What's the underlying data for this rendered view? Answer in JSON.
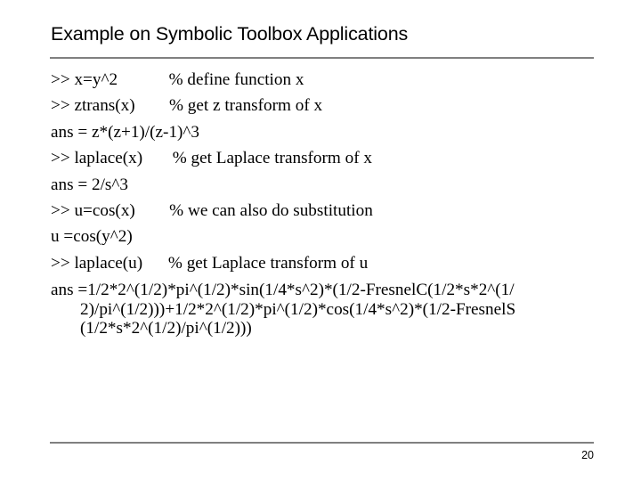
{
  "slide": {
    "title": "Example on Symbolic Toolbox Applications",
    "page_number": "20",
    "rule_color": "#808080",
    "text_color": "#000000",
    "background_color": "#ffffff",
    "lines": [
      {
        "id": "l1",
        "text": ">> x=y^2            % define function x"
      },
      {
        "id": "l2",
        "text": ">> ztrans(x)        % get z transform of x"
      },
      {
        "id": "l3",
        "text": "ans = z*(z+1)/(z-1)^3"
      },
      {
        "id": "l4",
        "text": ">> laplace(x)       % get Laplace transform of x"
      },
      {
        "id": "l5",
        "text": "ans = 2/s^3"
      },
      {
        "id": "l6",
        "text": ">> u=cos(x)        % we can also do substitution"
      },
      {
        "id": "l7",
        "text": "u =cos(y^2)"
      },
      {
        "id": "l8",
        "text": ">> laplace(u)      % get Laplace transform of u"
      },
      {
        "id": "l9",
        "text": "ans =1/2*2^(1/2)*pi^(1/2)*sin(1/4*s^2)*(1/2-FresnelC(1/2*s*2^(1/2)/pi^(1/2)))+1/2*2^(1/2)*pi^(1/2)*cos(1/4*s^2)*(1/2-FresnelS(1/2*s*2^(1/2)/pi^(1/2)))"
      }
    ]
  }
}
